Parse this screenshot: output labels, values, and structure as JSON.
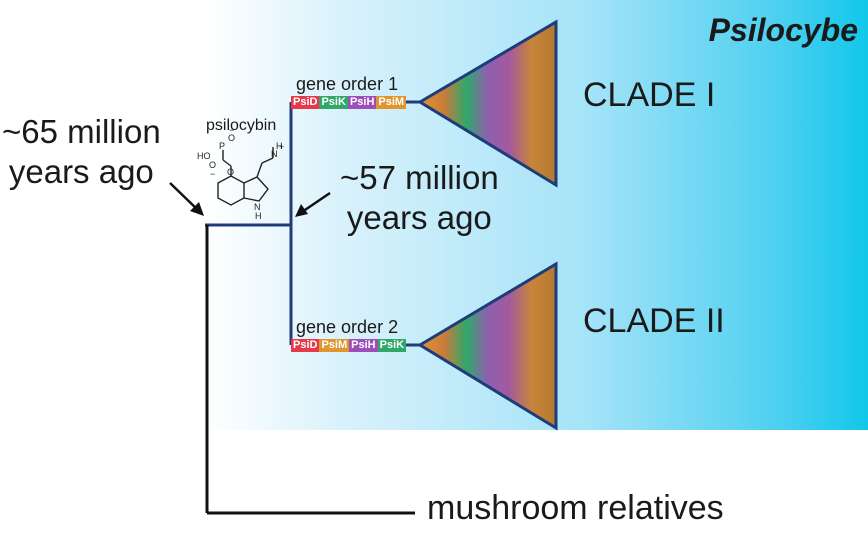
{
  "genus": "Psilocybe",
  "clades": [
    "CLADE I",
    "CLADE II"
  ],
  "time_65": [
    "~65 million",
    "years ago"
  ],
  "time_57": [
    "~57 million",
    "years ago"
  ],
  "molecule": {
    "name": "psilocybin",
    "atoms": [
      "HO",
      "P",
      "O",
      "O",
      "O",
      "N",
      "H",
      "N",
      "H",
      "+",
      "−",
      "−"
    ]
  },
  "gene_orders": [
    {
      "label": "gene order 1",
      "genes": [
        "PsiD",
        "PsiK",
        "PsiH",
        "PsiM"
      ]
    },
    {
      "label": "gene order 2",
      "genes": [
        "PsiD",
        "PsiM",
        "PsiH",
        "PsiK"
      ]
    }
  ],
  "outgroup": "mushroom relatives",
  "gene_colors": {
    "PsiD": "#e8394b",
    "PsiK": "#2fa86a",
    "PsiH": "#9c4fb8",
    "PsiM": "#e0962f"
  },
  "tree_color": "#1f3c7a"
}
